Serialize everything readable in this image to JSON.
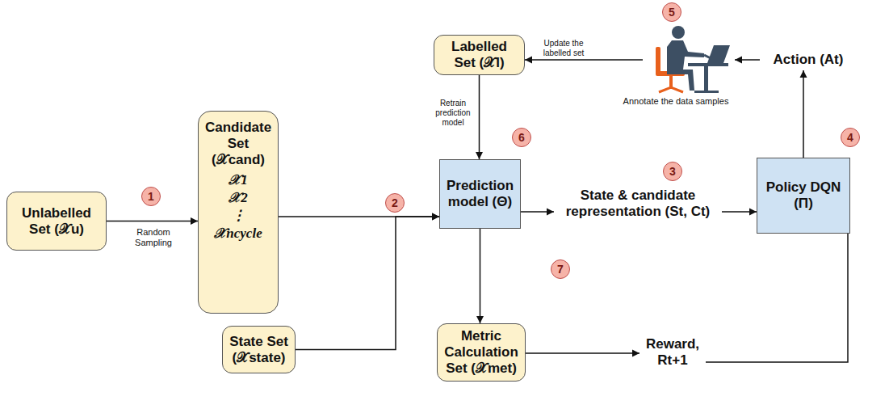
{
  "diagram": {
    "nodes": [
      {
        "text": [
          "Unlabelled Set (𝒳u)"
        ]
      },
      {
        "text": [
          "Candidate Set (𝒳cand)",
          "𝒳1",
          "𝒳2",
          "⋮",
          "𝒳ncycle"
        ]
      },
      {
        "text": [
          "State Set (𝒳state)"
        ]
      },
      {
        "text": [
          "Labelled Set (𝒳l)"
        ]
      },
      {
        "text": [
          "Prediction model (Θ)"
        ]
      },
      {
        "text": [
          "Metric Calculation Set (𝒳met)"
        ]
      },
      {
        "text": [
          "Policy DQN (Π)"
        ]
      }
    ],
    "edges": [
      {
        "from": 0,
        "to": 1,
        "label": "Random Sampling",
        "arrow": "to"
      },
      {
        "from": 1,
        "to": 4,
        "arrow": "to"
      },
      {
        "from": 2,
        "to": 4,
        "arrow": "to"
      },
      {
        "from": 3,
        "to": 4,
        "label": "Retrain prediction model",
        "arrow": "to"
      },
      {
        "from": 4,
        "to": 6,
        "label": "State & candidate representation (St, Ct)",
        "arrow": "to"
      },
      {
        "from": 4,
        "to": 5,
        "arrow": "to"
      },
      {
        "from": 5,
        "to": 6,
        "label": "Reward, Rt+1",
        "arrow": "to"
      },
      {
        "from": 6,
        "to": 3,
        "label": "Action (At)",
        "arrow": "to"
      }
    ],
    "labels": [
      "1",
      "2",
      "3",
      "4",
      "5",
      "6",
      "7",
      "Update the labelled set",
      "Annotate the data samples"
    ]
  }
}
